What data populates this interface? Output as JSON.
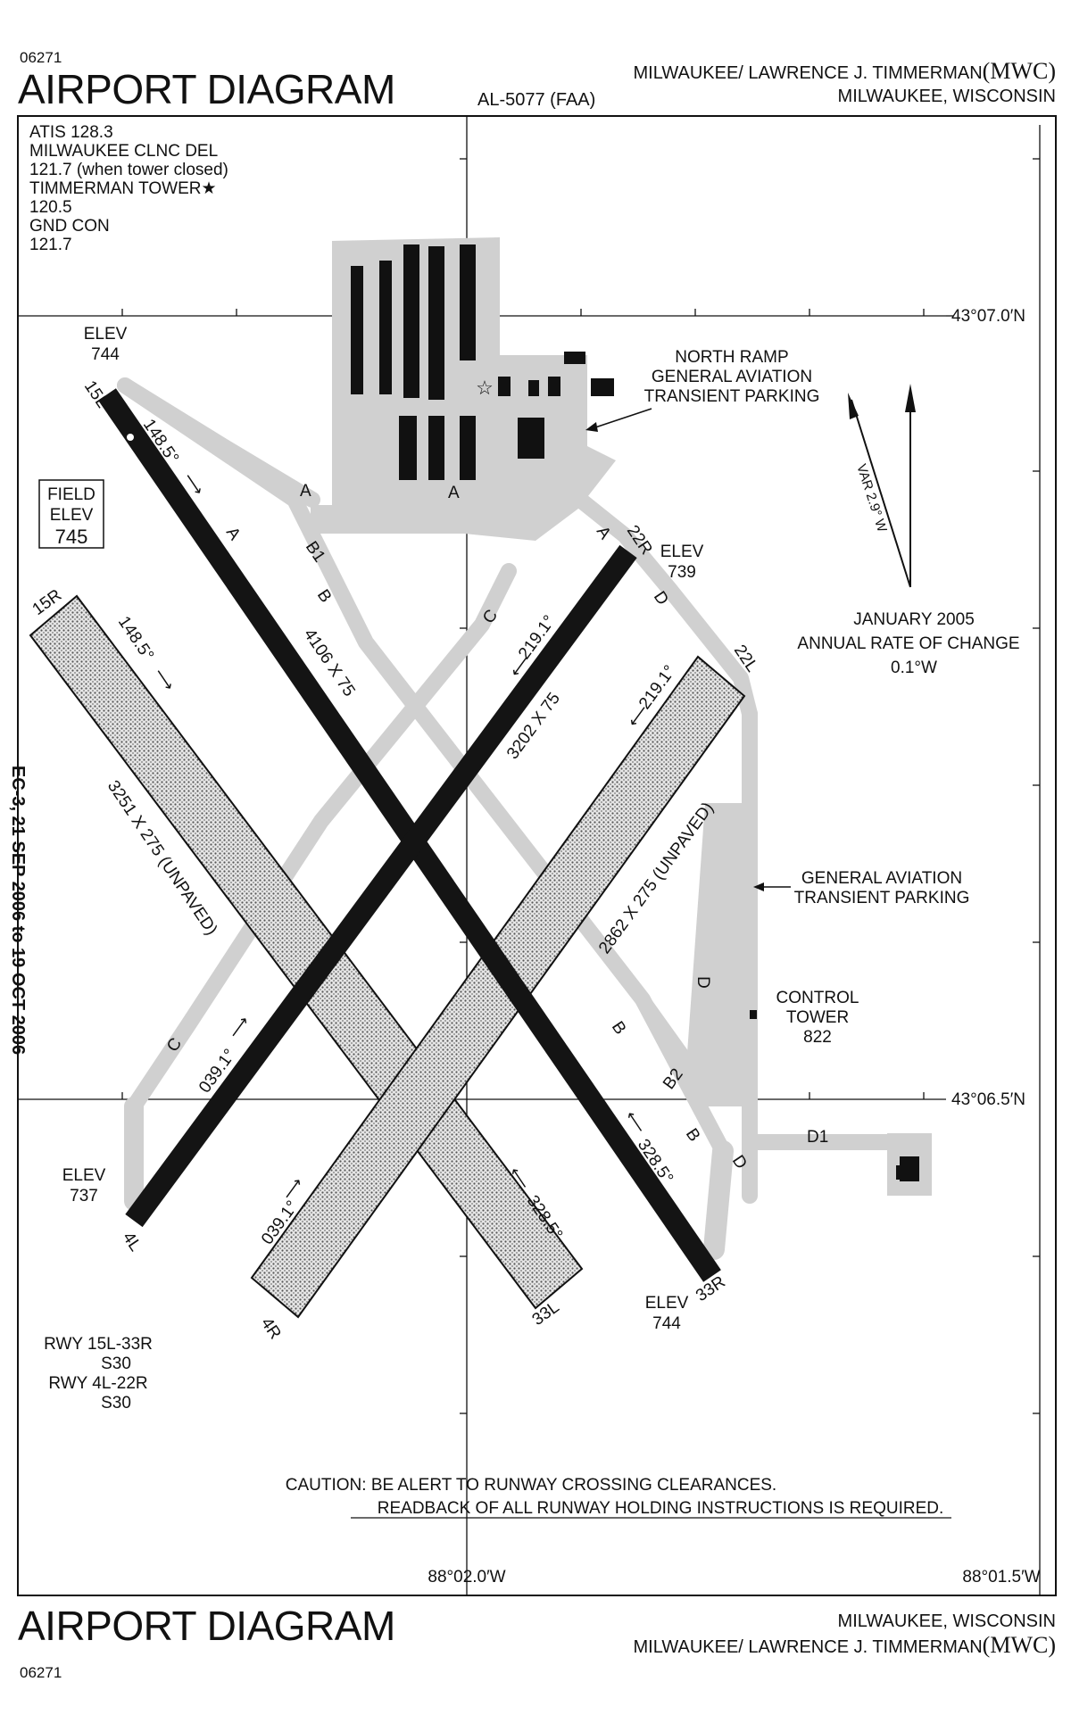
{
  "header": {
    "volume_code": "06271",
    "title": "AIRPORT DIAGRAM",
    "chart_number": "AL-5077 (FAA)",
    "airport_name": "MILWAUKEE/ LAWRENCE J. TIMMERMAN",
    "airport_id": "(MWC)",
    "location": "MILWAUKEE, WISCONSIN"
  },
  "footer": {
    "volume_code": "06271",
    "title": "AIRPORT DIAGRAM",
    "airport_name": "MILWAUKEE/ LAWRENCE J. TIMMERMAN",
    "airport_id": "(MWC)",
    "location": "MILWAUKEE, WISCONSIN"
  },
  "frequencies": [
    "ATIS 128.3",
    "MILWAUKEE CLNC DEL",
    "121.7 (when tower closed)",
    "TIMMERMAN TOWER★",
    "120.5",
    "GND CON",
    "121.7"
  ],
  "coordinates": {
    "lat_top": "43°07.0′N",
    "lat_bottom": "43°06.5′N",
    "lon_left": "88°02.0′W",
    "lon_right": "88°01.5′W"
  },
  "magnetic": {
    "variation": "VAR 2.9° W",
    "date": "JANUARY 2005",
    "rate_label": "ANNUAL RATE OF CHANGE",
    "rate": "0.1°W"
  },
  "field_elev": {
    "label1": "FIELD",
    "label2": "ELEV",
    "value": "745"
  },
  "runways": {
    "r15L_33R": {
      "end1": "15L",
      "end2": "33R",
      "dims": "4106 X 75",
      "hdg1": "148.5°",
      "hdg2": "328.5°",
      "elev1": "744",
      "elev2": "744"
    },
    "r4L_22R": {
      "end1": "4L",
      "end2": "22R",
      "dims": "3202 X 75",
      "hdg1": "039.1°",
      "hdg2": "219.1°",
      "elev1": "737",
      "elev2": "739"
    },
    "r15R_33L": {
      "end1": "15R",
      "end2": "33L",
      "dims": "3251 X 275 (UNPAVED)",
      "hdg1": "148.5°",
      "hdg2": "328.5°"
    },
    "r4R_22L": {
      "end1": "4R",
      "end2": "22L",
      "dims": "2862 X 275 (UNPAVED)",
      "hdg1": "039.1°",
      "hdg2": "219.1°"
    }
  },
  "elev_label": "ELEV",
  "taxiways": {
    "A": "A",
    "B": "B",
    "B1": "B1",
    "B2": "B2",
    "C": "C",
    "D": "D",
    "D1": "D1"
  },
  "notes": {
    "north_ramp": [
      "NORTH RAMP",
      "GENERAL AVIATION",
      "TRANSIENT PARKING"
    ],
    "ga_parking": [
      "GENERAL AVIATION",
      "TRANSIENT PARKING"
    ],
    "control_tower": [
      "CONTROL",
      "TOWER",
      "822"
    ],
    "rwy_info": [
      "RWY 15L-33R",
      "S30",
      "RWY 4L-22R",
      "S30"
    ],
    "caution1": "CAUTION: BE ALERT TO RUNWAY CROSSING CLEARANCES.",
    "caution2": "READBACK OF ALL RUNWAY HOLDING INSTRUCTIONS IS REQUIRED."
  },
  "side_text": "EC-3, 21 SEP 2006 to 19 OCT 2006",
  "colors": {
    "pavement": "#d0d0d0",
    "runway": "#141414",
    "ink": "#111111"
  }
}
